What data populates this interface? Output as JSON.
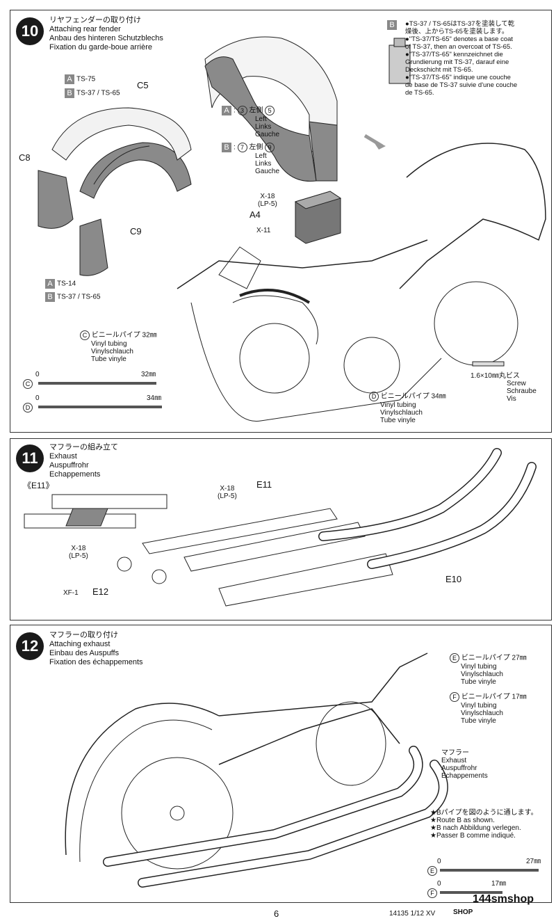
{
  "step10": {
    "number": "10",
    "title_jp": "リヤフェンダーの取り付け",
    "title_en": "Attaching rear fender",
    "title_de": "Anbau des hinteren Schutzblechs",
    "title_fr": "Fixation du garde-boue arrière",
    "paint_top_a": "TS-75",
    "paint_top_b": "TS-37 / TS-65",
    "paint_bottom_a": "TS-14",
    "paint_bottom_b": "TS-37 / TS-65",
    "part_c5": "C5",
    "part_c8": "C8",
    "part_c9": "C9",
    "a_label": "A",
    "b_label": "B",
    "side_a_num1": "3",
    "side_a_left": "左側",
    "side_a_num2": "5",
    "side_b_num1": "7",
    "side_b_left": "左側",
    "side_b_num2": "9",
    "left_en": "Left",
    "left_de": "Links",
    "left_fr": "Gauche",
    "note_b_tag": "B",
    "note_jp1": "●TS-37 / TS-65はTS-37を塗装して乾",
    "note_jp2": "燥後、上からTS-65を塗装します。",
    "note_en1": "●\"TS-37/TS-65\" denotes a base coat",
    "note_en2": "of TS-37, then an overcoat of TS-65.",
    "note_de1": "●\"TS-37/TS-65\" kennzeichnet die",
    "note_de2": "Grundierung mit TS-37, darauf eine",
    "note_de3": "Deckschicht mit TS-65.",
    "note_fr1": "●\"TS-37/TS-65\" indique une couche",
    "note_fr2": "de base de TS-37 suivie d'une couche",
    "note_fr3": "de TS-65.",
    "x18": "X-18",
    "lp5": "(LP-5)",
    "a4": "A4",
    "x11": "X-11",
    "tube_c_letter": "C",
    "tube_c_jp": "ビニールパイプ 32㎜",
    "tube_en": "Vinyl tubing",
    "tube_de": "Vinylschlauch",
    "tube_fr": "Tube vinyle",
    "tube_d_letter": "D",
    "tube_d_jp": "ビニールパイプ 34㎜",
    "screw_size": "1.6×10㎜丸ビス",
    "screw_en": "Screw",
    "screw_de": "Schraube",
    "screw_fr": "Vis",
    "ruler_c_zero": "0",
    "ruler_c_len": "32㎜",
    "ruler_d_zero": "0",
    "ruler_d_len": "34㎜"
  },
  "step11": {
    "number": "11",
    "title_jp": "マフラーの組み立て",
    "title_en": "Exhaust",
    "title_de": "Auspuffrohr",
    "title_fr": "Echappements",
    "e11_ref": "《E11》",
    "x18_a": "X-18",
    "lp5_a": "(LP-5)",
    "x18_b": "X-18",
    "lp5_b": "(LP-5)",
    "part_e11": "E11",
    "part_e10": "E10",
    "xf1": "XF-1",
    "part_e12": "E12"
  },
  "step12": {
    "number": "12",
    "title_jp": "マフラーの取り付け",
    "title_en": "Attaching exhaust",
    "title_de": "Einbau des Auspuffs",
    "title_fr": "Fixation des échappements",
    "tube_e_letter": "E",
    "tube_e_jp": "ビニールパイプ 27㎜",
    "tube_f_letter": "F",
    "tube_f_jp": "ビニールパイプ 17㎜",
    "tube_en": "Vinyl tubing",
    "tube_de": "Vinylschlauch",
    "tube_fr": "Tube vinyle",
    "muffler_jp": "マフラー",
    "muffler_en": "Exhaust",
    "muffler_de": "Auspuffrohr",
    "muffler_fr": "Echappements",
    "route_jp": "★Bパイプを図のように通します。",
    "route_en": "★Route B as shown.",
    "route_de": "★B nach Abbildung verlegen.",
    "route_fr": "★Passer B comme indiqué.",
    "ruler_e_zero": "0",
    "ruler_e_len": "27㎜",
    "ruler_f_zero": "0",
    "ruler_f_len": "17㎜"
  },
  "footer": {
    "page": "6",
    "code": "14135  1/12 XV",
    "shop": "144smshop",
    "shop_sub": "SHOP"
  },
  "colors": {
    "paint_gray": "#8a8a8a",
    "line": "#333333"
  }
}
